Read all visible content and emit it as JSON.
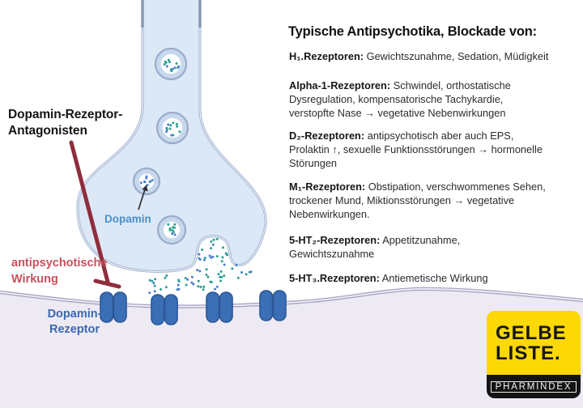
{
  "colors": {
    "accent_red": "#8f2d3c",
    "effect_label_red": "#c8505c",
    "receptor_blue": "#3b6fb5",
    "label_blue": "#3a68ae",
    "dopamin_label_blue": "#4a90c8",
    "dot_teal": "#2e9e93",
    "dot_blue": "#4a7fd0",
    "neuron_fill": "#dce8f6",
    "neuron_stroke": "#9aaccb",
    "membrane_stroke": "#a9a2c2",
    "postsynaptic_fill": "#edeaf4",
    "logo_yellow": "#fbd806",
    "logo_black": "#141414"
  },
  "diagram": {
    "antagonist_label_line1": "Dopamin-Rezeptor-",
    "antagonist_label_line2": "Antagonisten",
    "effect_label_line1": "antipsychotische",
    "effect_label_line2": "Wirkung",
    "receptor_label_line1": "Dopamin-",
    "receptor_label_line2": "Rezeptor",
    "dopamin_label": "Dopamin"
  },
  "panel": {
    "title": "Typische Antipsychotika, Blockade von:",
    "sections": [
      {
        "label": "H₁.Rezeptoren:",
        "text": "Gewichtszunahme, Sedation, Müdigkeit"
      },
      {
        "label": "Alpha-1-Rezeptoren:",
        "text": "Schwindel, orthostatische\nDysregulation, kompensatorische Tachykardie,\nverstopfte Nase → vegetative Nebenwirkungen"
      },
      {
        "label": "D₂-Rezeptoren:",
        "text": "antipsychotisch aber auch EPS,\nProlaktin ↑, sexuelle Funktionsstörungen → hormonelle\nStörungen"
      },
      {
        "label": "M₁-Rezeptoren:",
        "text": "Obstipation, verschwommenes Sehen,\ntrockener Mund, Miktionsstörungen → vegetative\nNebenwirkungen."
      },
      {
        "label": "5-HT₂-Rezeptoren:",
        "text": "Appetitzunahme,\nGewichtszunahme"
      },
      {
        "label": "5-HT₃.Rezeptoren:",
        "text": "Antiemetische Wirkung"
      }
    ]
  },
  "logo": {
    "line1": "GELBE",
    "line2": "LISTE.",
    "sub": "PHARMINDEX"
  }
}
